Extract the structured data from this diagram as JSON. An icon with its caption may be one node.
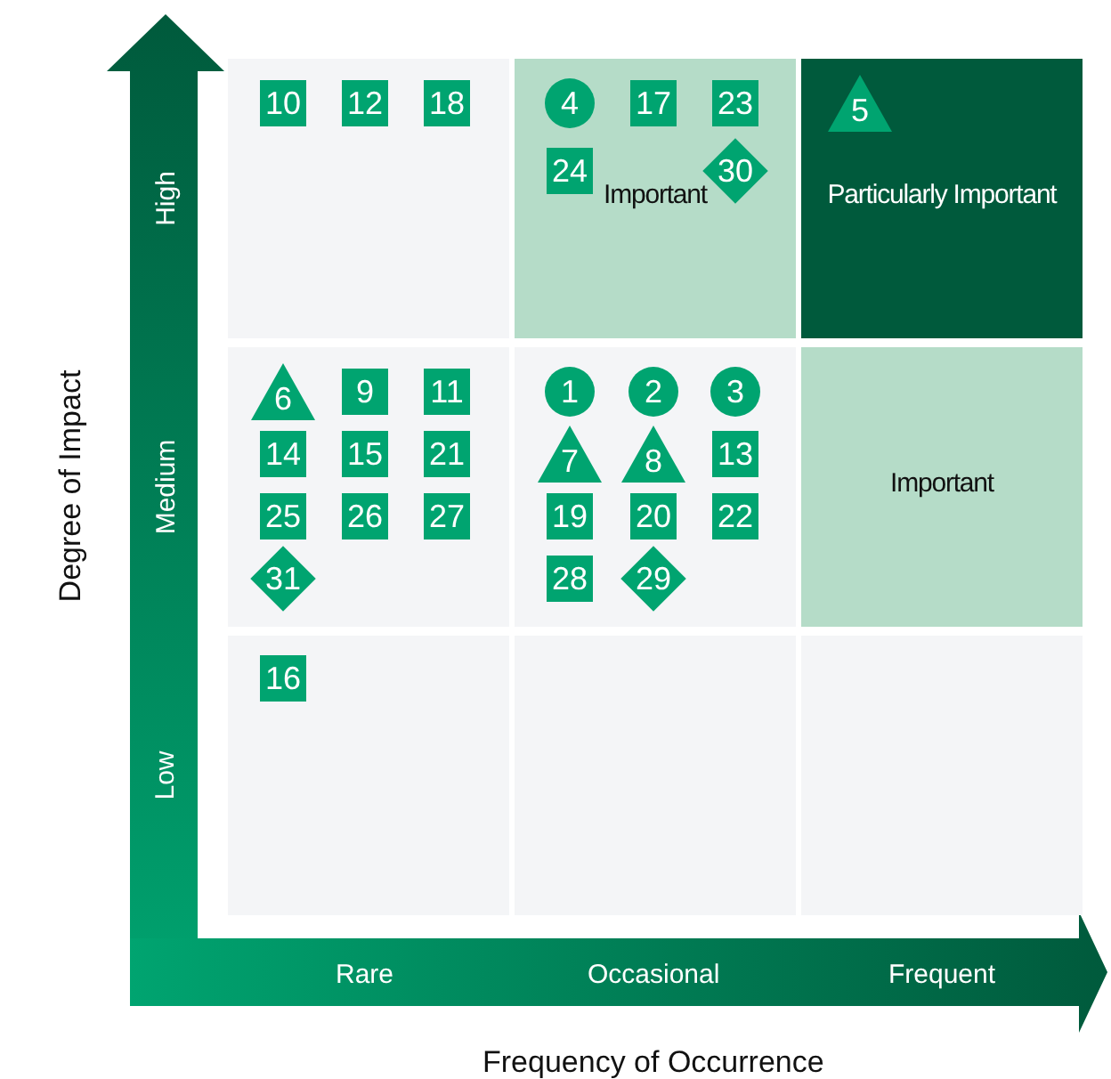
{
  "diagram": {
    "nodes": [
      {
        "text": [],
        "shape": "box"
      },
      {
        "text": [
          "10"
        ],
        "in": 0
      },
      {
        "text": [
          "12"
        ],
        "in": 0
      },
      {
        "text": [
          "18"
        ],
        "in": 0
      },
      {
        "text": [
          "Important"
        ]
      },
      {
        "text": [
          "4"
        ],
        "in": 4
      },
      {
        "text": [
          "17"
        ],
        "in": 4
      },
      {
        "text": [
          "23"
        ],
        "in": 4
      },
      {
        "text": [
          "24"
        ],
        "in": 4
      },
      {
        "text": [
          "30"
        ],
        "in": 4
      },
      {
        "text": [
          "Particularly Important"
        ]
      },
      {
        "text": [
          "5"
        ],
        "in": 10
      },
      {
        "text": [],
        "shape": "box"
      },
      {
        "text": [
          "6"
        ],
        "in": 12
      },
      {
        "text": [
          "9"
        ],
        "in": 12
      },
      {
        "text": [
          "11"
        ],
        "in": 12
      },
      {
        "text": [
          "14"
        ],
        "in": 12
      },
      {
        "text": [
          "15"
        ],
        "in": 12
      },
      {
        "text": [
          "21"
        ],
        "in": 12
      },
      {
        "text": [
          "25"
        ],
        "in": 12
      },
      {
        "text": [
          "26"
        ],
        "in": 12
      },
      {
        "text": [
          "27"
        ],
        "in": 12
      },
      {
        "text": [
          "31"
        ],
        "in": 12
      },
      {
        "text": [],
        "shape": "box"
      },
      {
        "text": [
          "1"
        ],
        "in": 23
      },
      {
        "text": [
          "2"
        ],
        "in": 23
      },
      {
        "text": [
          "3"
        ],
        "in": 23
      },
      {
        "text": [
          "7"
        ],
        "in": 23
      },
      {
        "text": [
          "8"
        ],
        "in": 23
      },
      {
        "text": [
          "13"
        ],
        "in": 23
      },
      {
        "text": [
          "19"
        ],
        "in": 23
      },
      {
        "text": [
          "20"
        ],
        "in": 23
      },
      {
        "text": [
          "22"
        ],
        "in": 23
      },
      {
        "text": [
          "28"
        ],
        "in": 23
      },
      {
        "text": [
          "29"
        ],
        "in": 23
      },
      {
        "text": [
          "Important"
        ]
      },
      {
        "text": [],
        "shape": "box"
      },
      {
        "text": [
          "16"
        ],
        "in": 36
      },
      {
        "text": [],
        "shape": "box"
      },
      {
        "text": [],
        "shape": "box"
      }
    ],
    "labels": [
      "High",
      "Medium",
      "Low",
      "Degree of Impact",
      "Rare",
      "Occasional",
      "Frequent",
      "Frequency of Occurrence"
    ]
  }
}
